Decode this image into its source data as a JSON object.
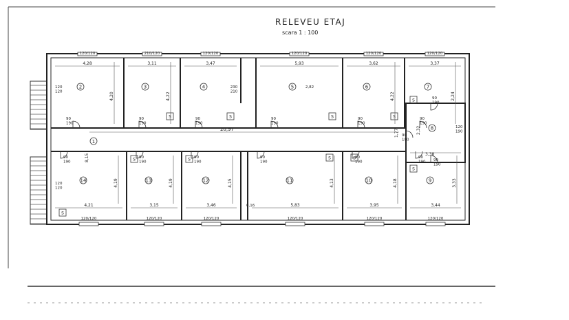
{
  "title": "RELEVEU ETAJ",
  "scale": "scara 1 : 100",
  "corridor": {
    "number": "1",
    "length": "20,97",
    "width": "8,15"
  },
  "rooms_top": [
    {
      "number": "2",
      "width": "4,28",
      "height": "4,20",
      "window": "120/120",
      "door": "90\n190",
      "side_label": "120\n120"
    },
    {
      "number": "3",
      "width": "3,11",
      "height": "4,22",
      "window": "210/120",
      "door": "90\n190"
    },
    {
      "number": "4",
      "width": "3,47",
      "height": "",
      "window": "120/120",
      "door": "90\n190",
      "extra": "230\n210"
    },
    {
      "number": "5",
      "width": "5,93",
      "height": "",
      "window": "120/120",
      "door": "90\n190",
      "extra": "2,82"
    },
    {
      "number": "6",
      "width": "3,62",
      "height": "4,22",
      "window": "120/120",
      "door": "90\n190"
    },
    {
      "number": "7",
      "width": "3,37",
      "height": "2,24",
      "window": "120/120",
      "door": "90\n190"
    }
  ],
  "rooms_bottom": [
    {
      "number": "14",
      "width": "4,21",
      "height": "4,19",
      "window": "120/120",
      "door": "90\n190",
      "side_label": "120\n120"
    },
    {
      "number": "13",
      "width": "3,15",
      "height": "4,19",
      "window": "120/120",
      "door": "90\n190"
    },
    {
      "number": "12",
      "width": "3,46",
      "height": "4,15",
      "window": "120/120",
      "door": "90\n190"
    },
    {
      "number": "11",
      "width": "5,83",
      "height": "4,13",
      "window": "120/120",
      "door": "90\n190",
      "extra": "0,16"
    },
    {
      "number": "10",
      "width": "3,95",
      "height": "4,18",
      "window": "120/120",
      "door": "90\n190"
    },
    {
      "number": "9",
      "width": "3,44",
      "height": "3,33",
      "window": "120/120",
      "door": "90\n190"
    }
  ],
  "room_8": {
    "number": "8",
    "width": "3,38",
    "height": "2,32",
    "door": "90\n190",
    "side_label": "120\n190",
    "extra": "1,77"
  },
  "toilet_mark": "S"
}
